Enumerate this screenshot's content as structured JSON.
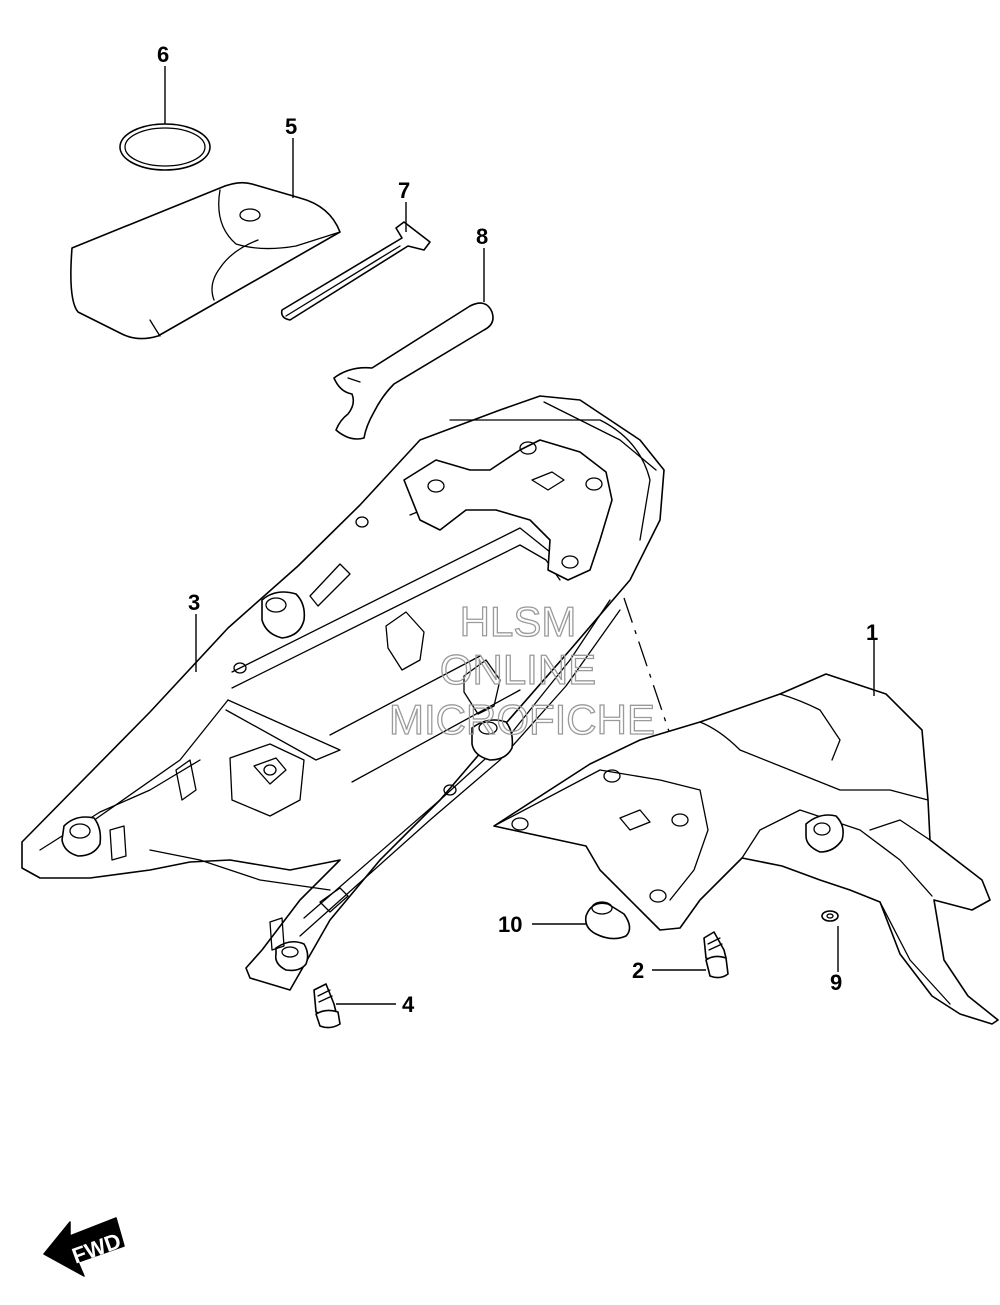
{
  "watermark": {
    "line1": "HLSM",
    "line2": "ONLINE",
    "line3": "MICROFICHE"
  },
  "direction_label": "FWD",
  "callouts": [
    {
      "id": "1",
      "label": "1"
    },
    {
      "id": "2",
      "label": "2"
    },
    {
      "id": "3",
      "label": "3"
    },
    {
      "id": "4",
      "label": "4"
    },
    {
      "id": "5",
      "label": "5"
    },
    {
      "id": "6",
      "label": "6"
    },
    {
      "id": "7",
      "label": "7"
    },
    {
      "id": "8",
      "label": "8"
    },
    {
      "id": "9",
      "label": "9"
    },
    {
      "id": "10",
      "label": "10"
    }
  ],
  "colors": {
    "ink": "#000000",
    "watermark": "#9a9a9a",
    "background": "#ffffff"
  }
}
